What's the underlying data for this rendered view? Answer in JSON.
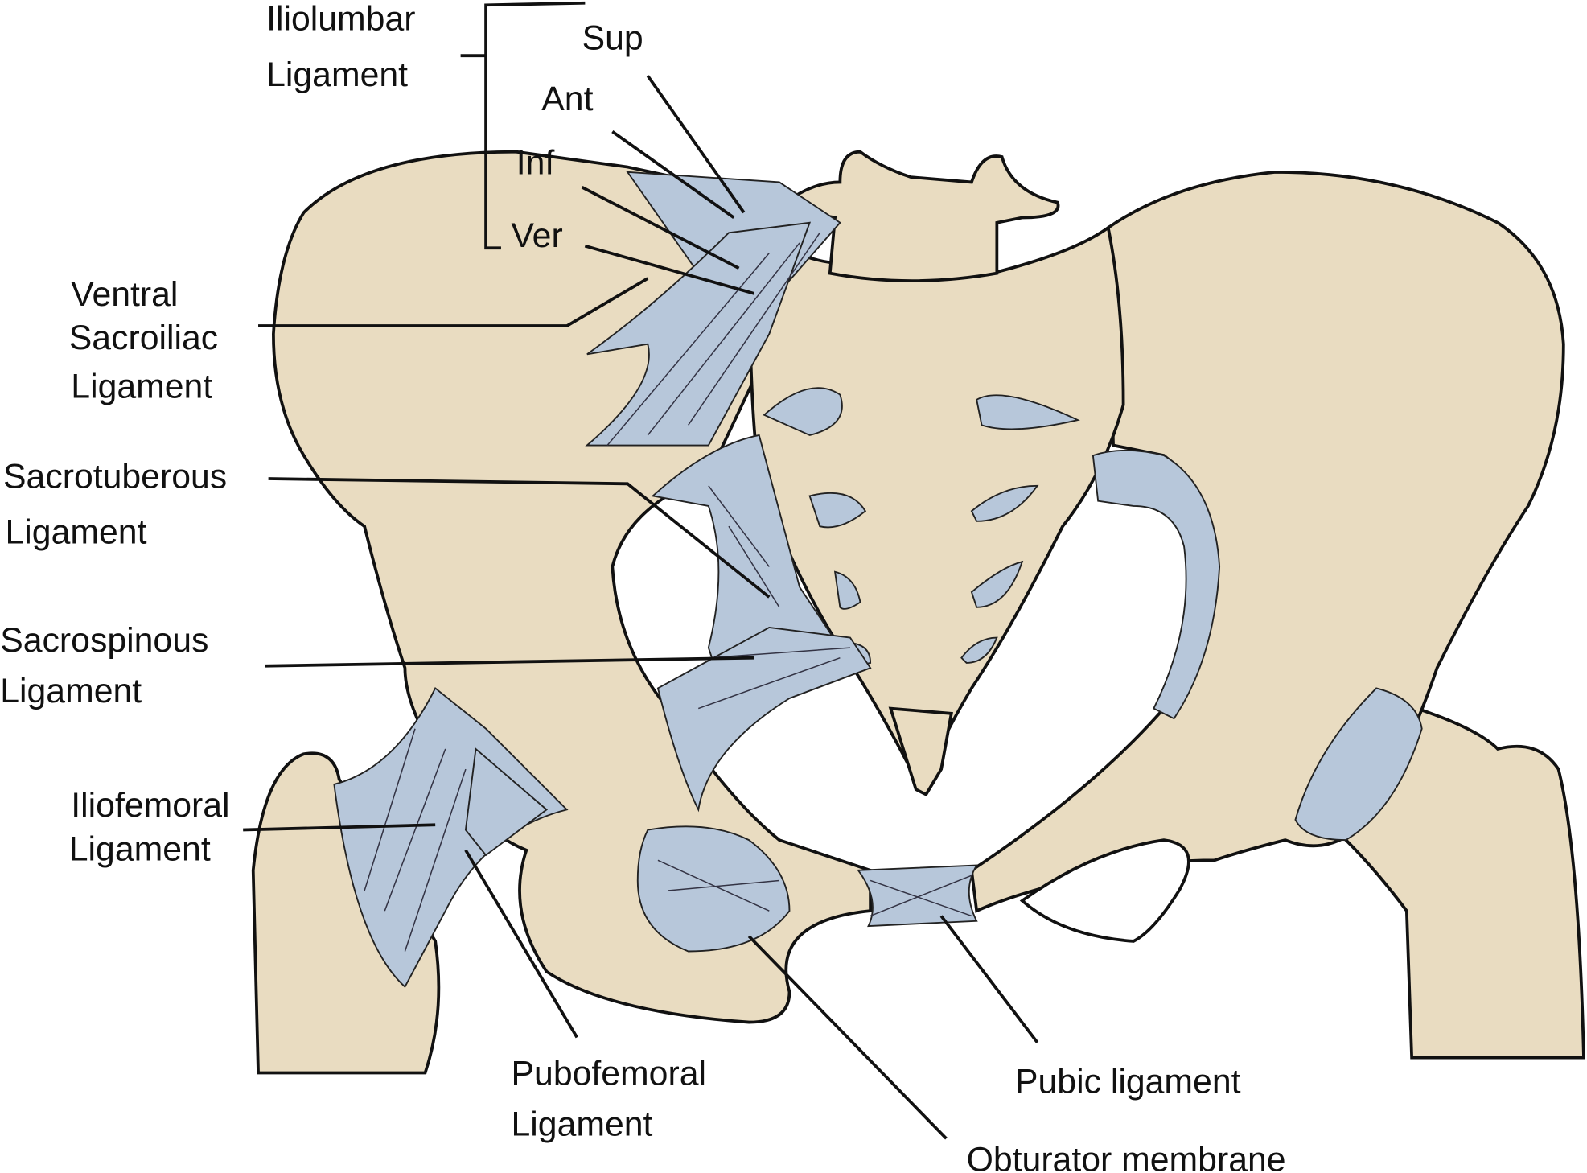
{
  "title": "Ligaments of the pelvis (anterior view)",
  "labels": {
    "iliolumbar_1": "Iliolumbar",
    "iliolumbar_2": "Ligament",
    "sup": "Sup",
    "ant": "Ant",
    "inf": "Inf",
    "ver": "Ver",
    "ventral_1": "Ventral",
    "ventral_2": "Sacroiliac",
    "ventral_3": "Ligament",
    "sacrotuberous_1": "Sacrotuberous",
    "sacrotuberous_2": "Ligament",
    "sacrospinous_1": "Sacrospinous",
    "sacrospinous_2": "Ligament",
    "iliofemoral_1": "Iliofemoral",
    "iliofemoral_2": "Ligament",
    "pubofemoral_1": "Pubofemoral",
    "pubofemoral_2": "Ligament",
    "pubic": "Pubic ligament",
    "obturator": "Obturator membrane"
  },
  "colors": {
    "bone": "#e9dcc1",
    "ligament": "#b7c7da"
  }
}
